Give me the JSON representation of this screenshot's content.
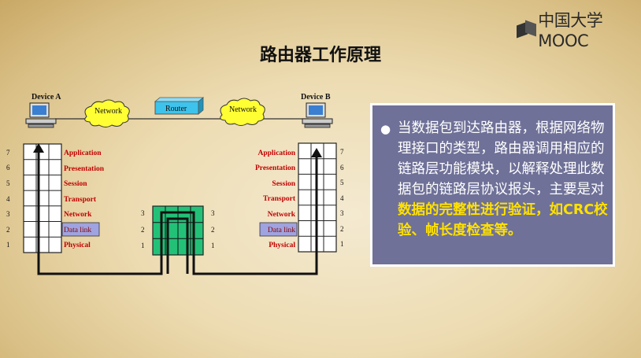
{
  "logo": {
    "text": "中国大学MOOC"
  },
  "slide": {
    "title": "路由器工作原理",
    "device_a": "Device A",
    "device_b": "Device B",
    "network_left": "Network",
    "network_right": "Network",
    "router": "Router",
    "layer_numbers_left": [
      "7",
      "6",
      "5",
      "4",
      "3",
      "2",
      "1"
    ],
    "layer_names_left": [
      "Application",
      "Presentation",
      "Session",
      "Transport",
      "Network",
      "Data link",
      "Physical"
    ],
    "layer_numbers_right": [
      "7",
      "6",
      "5",
      "4",
      "3",
      "2",
      "1"
    ],
    "layer_names_right": [
      "Application",
      "Presentation",
      "Session",
      "Transport",
      "Network",
      "Data link",
      "Physical"
    ],
    "router_layers_left": [
      "3",
      "2",
      "1"
    ],
    "router_layers_right": [
      "3",
      "2",
      "1"
    ]
  },
  "info": {
    "text_normal": "当数据包到达路由器，根据网络物理接口的类型，路由器调用相应的链路层功能模块，以解释处理此数据包的链路层协议报头，主要是对",
    "text_highlight": "数据的完整性进行验证，如CRC校验、帧长度检查等。"
  },
  "colors": {
    "layer_name": "#c00000",
    "stack_fill": "#ffffff",
    "router_green": "#23c178",
    "cloud_fill": "#ffff33",
    "router_box": "#3ec3ec",
    "datalink_highlight": "#9fa3e0",
    "info_bg": "#6f7198",
    "info_highlight": "#ffe100"
  }
}
